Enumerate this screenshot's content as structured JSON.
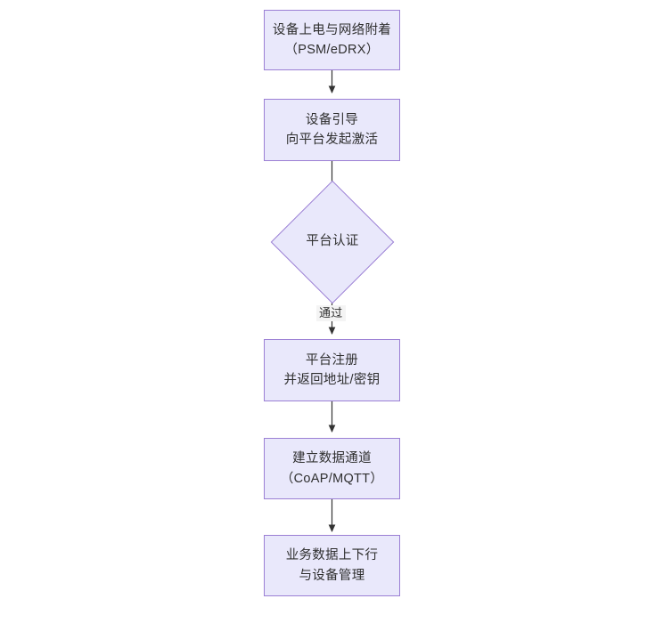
{
  "diagram": {
    "type": "flowchart",
    "orientation": "top-to-bottom",
    "theme": {
      "node_fill": "#e9e8fb",
      "node_border": "#9b7fd4",
      "edge_color": "#333333",
      "text_color": "#2f2f2f",
      "canvas_background": "#ffffff",
      "edge_label_background": "#f4f4f4"
    },
    "nodes": [
      {
        "id": "n1",
        "shape": "rectangle",
        "line1": "设备上电与网络附着",
        "line2": "（PSM/eDRX）"
      },
      {
        "id": "n2",
        "shape": "rectangle",
        "line1": "设备引导",
        "line2": "向平台发起激活"
      },
      {
        "id": "n3",
        "shape": "diamond",
        "line1": "平台认证",
        "line2": ""
      },
      {
        "id": "n4",
        "shape": "rectangle",
        "line1": "平台注册",
        "line2": "并返回地址/密钥"
      },
      {
        "id": "n5",
        "shape": "rectangle",
        "line1": "建立数据通道",
        "line2": "（CoAP/MQTT）"
      },
      {
        "id": "n6",
        "shape": "rectangle",
        "line1": "业务数据上下行",
        "line2": "与设备管理"
      }
    ],
    "edges": [
      {
        "id": "e1",
        "from": "n1",
        "to": "n2",
        "label": ""
      },
      {
        "id": "e2",
        "from": "n2",
        "to": "n3",
        "label": ""
      },
      {
        "id": "e3",
        "from": "n3",
        "to": "n4",
        "label": "通过"
      },
      {
        "id": "e4",
        "from": "n4",
        "to": "n5",
        "label": ""
      },
      {
        "id": "e5",
        "from": "n5",
        "to": "n6",
        "label": ""
      }
    ]
  }
}
